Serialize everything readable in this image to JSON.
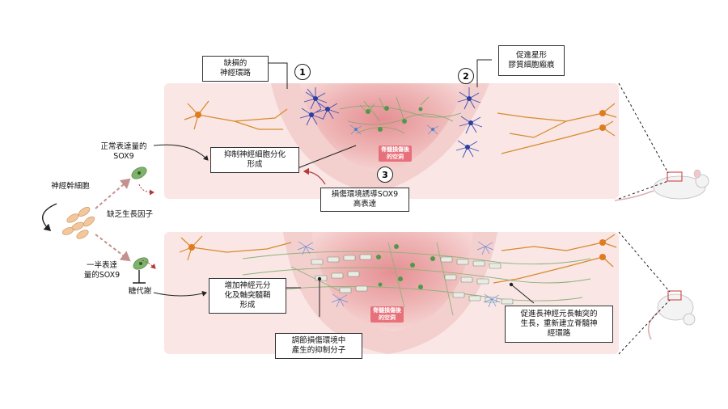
{
  "labels": {
    "normal_sox9": "正常表達量的\nSOX9",
    "nsc": "神經幹細胞",
    "lack_growth": "缺乏生長因子",
    "half_sox9": "一半表達\n量的SOX9",
    "metabolism": "糖代謝"
  },
  "boxes": {
    "damaged_circuit": "缺損的\n神經環路",
    "astro_scar": "促進星形\n膠質細胞瘢痕",
    "inhibit_diff": "抑制神經細胞分化\n形成",
    "injury_sox9": "損傷環境誘導SOX9\n高表達",
    "increase_neuron": "增加神經元分\n化及軸突髓鞘\n形成",
    "regulate_inhib": "調節損傷環境中\n產生的抑制分子",
    "promote_axon": "促進長神經元長軸突的\n生長，重新建立脊髓神\n經環路"
  },
  "badges": [
    "1",
    "2",
    "3"
  ],
  "cavity_label": "脊髓損傷後\n的空洞",
  "colors": {
    "panel_bg": "#f9e6e5",
    "injury_outer": "#f4c9c8",
    "injury_inner": "#e79a9a",
    "cavity_box": "#e8707a",
    "neuron_orange": "#d88a2a",
    "astro_blue": "#3a4fb8",
    "axon_green": "#8fb27a",
    "nsc_green": "#58a052",
    "arrow_pink": "#c59090"
  }
}
